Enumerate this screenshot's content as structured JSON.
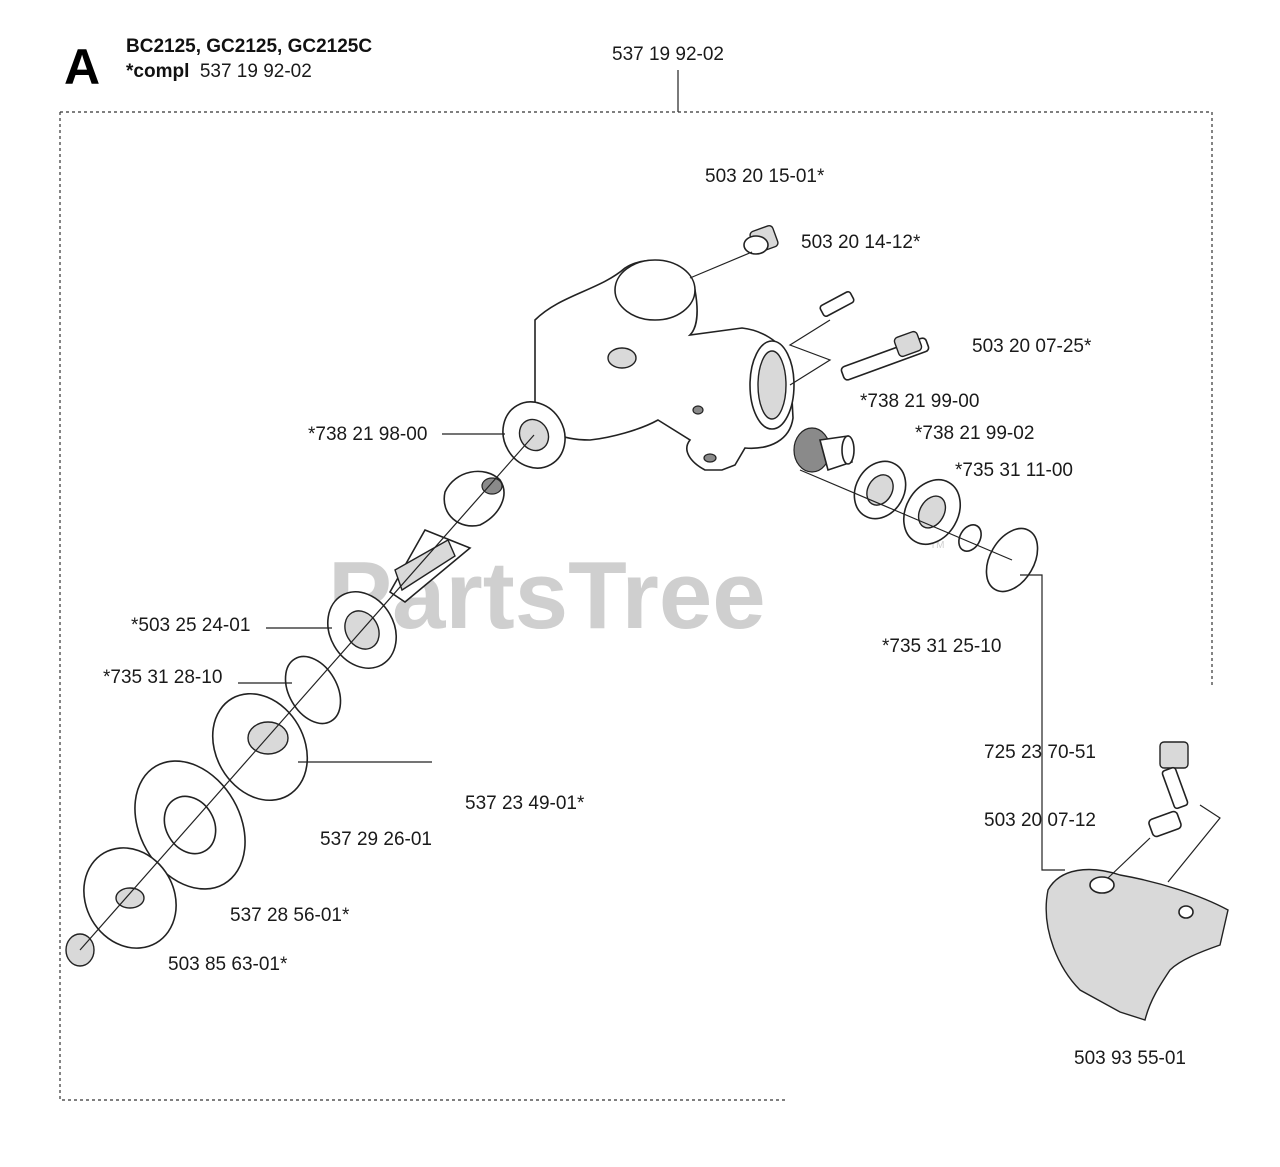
{
  "header": {
    "section_letter": "A",
    "models": "BC2125, GC2125, GC2125C",
    "compl_prefix": "*compl",
    "compl_number": "537 19 92-02"
  },
  "assembly_number": "537 19 92-02",
  "watermark": {
    "text": "PartsTree",
    "tm": "TM"
  },
  "callouts": {
    "p1": "503 20 15-01*",
    "p2": "503 20 14-12*",
    "p3": "503 20 07-25*",
    "p4": "*738 21 99-00",
    "p5": "*738 21 98-00",
    "p6": "*738 21 99-02",
    "p7": "*735 31 11-00",
    "p8": "*503 25 24-01",
    "p9": "*735 31 25-10",
    "p10": "*735 31 28-10",
    "p11": "725 23 70-51",
    "p12": "537 23 49-01*",
    "p13": "503 20 07-12",
    "p14": "537 29 26-01",
    "p15": "537 28 56-01*",
    "p16": "503 85 63-01*",
    "p17": "503 93 55-01"
  }
}
